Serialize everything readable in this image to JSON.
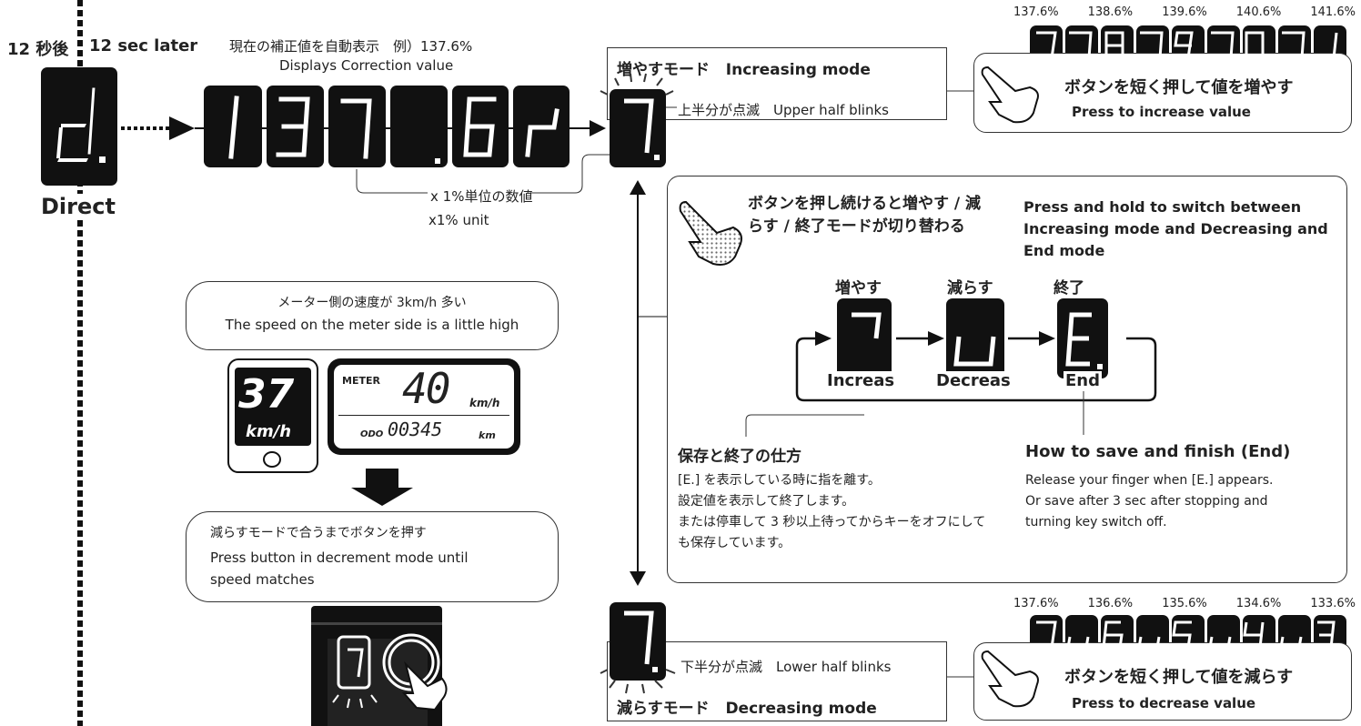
{
  "left": {
    "after": "12 秒後",
    "after_en": "12 sec later",
    "direct": "Direct"
  },
  "correction": {
    "desc_ja": "現在の補正値を自動表示　例）137.6%",
    "desc_en": "Displays Correction value",
    "unit_ja": "x 1%単位の数値",
    "unit_en": "x1% unit"
  },
  "increase": {
    "title_ja": "増やすモード",
    "title_en": "Increasing mode",
    "blink": "上半分が点滅　Upper half blinks",
    "values": [
      "137.6%",
      "138.6%",
      "139.6%",
      "140.6%",
      "141.6%"
    ],
    "press_ja": "ボタンを短く押して値を増やす",
    "press_en": "Press to increase  value"
  },
  "hold": {
    "text_ja": "ボタンを押し続けると増やす / 減らす / 終了モードが切り替わる",
    "text_en": "Press and hold to switch between Increasing mode and Decreasing and End mode",
    "modes": [
      {
        "ja": "増やす",
        "en": "Increas"
      },
      {
        "ja": "減らす",
        "en": "Decreas"
      },
      {
        "ja": "終了",
        "en": "End"
      }
    ],
    "save_title_ja": "保存と終了の仕方",
    "save_title_en": "How to save and finish (End)",
    "save_text_ja": "[E.] を表示している時に指を離す。\n設定値を表示して終了します。\nまたは停車して 3 秒以上待ってからキーをオフにしても保存しています。",
    "save_text_en": "Release your finger when [E.] appears.\nOr save after 3 sec after stopping and turning key switch off."
  },
  "meter": {
    "bubble_ja": "メーター側の速度が 3km/h 多い",
    "bubble_en": "The speed on the meter side is a little high",
    "gps_speed": "37",
    "gps_unit": "km/h",
    "meter_label": "METER",
    "meter_speed": "40",
    "meter_unit": "km/h",
    "odo_label": "ODO",
    "odo_value": "00345",
    "odo_unit": "km",
    "action_ja": "減らすモードで合うまでボタンを押す",
    "action_en": "Press button in decrement mode until speed matches"
  },
  "decrease": {
    "title_ja": "減らすモード",
    "title_en": "Decreasing mode",
    "blink": "下半分が点滅　Lower half blinks",
    "values": [
      "137.6%",
      "136.6%",
      "135.6%",
      "134.6%",
      "133.6%"
    ],
    "press_ja": "ボタンを短く押して値を減らす",
    "press_en": "Press to decrease value"
  }
}
